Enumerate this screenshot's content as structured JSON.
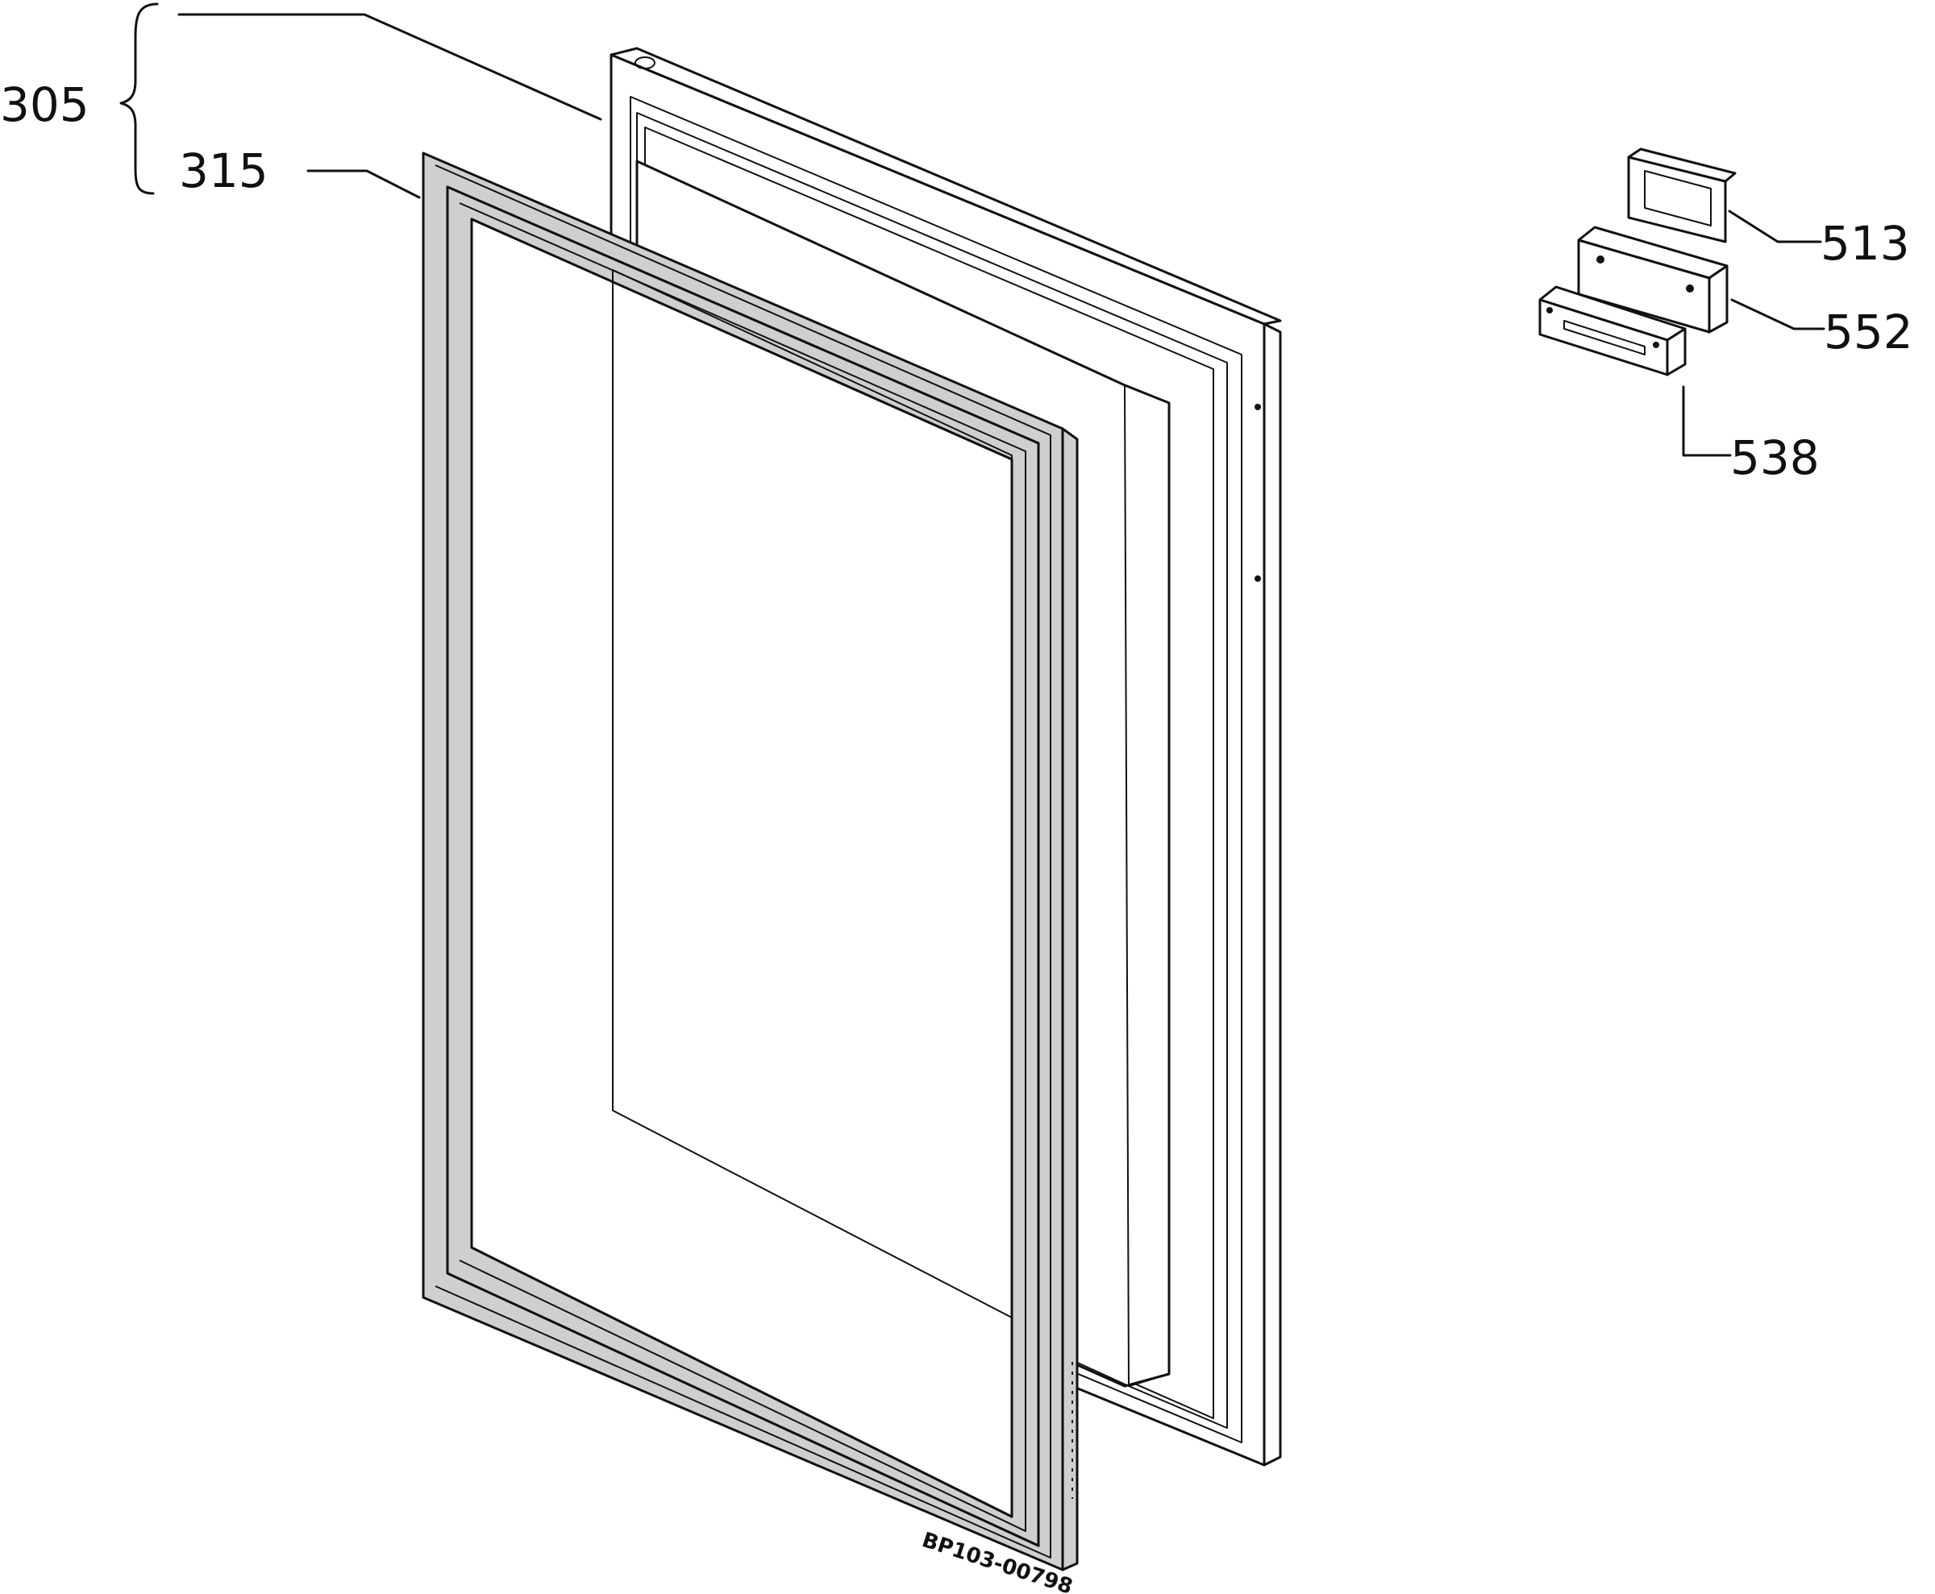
{
  "labels": {
    "door_assembly": "305",
    "door_gasket": "315",
    "handle_cap": "513",
    "handle_body": "552",
    "handle_base": "538"
  },
  "drawing_code": "BP103-00798"
}
